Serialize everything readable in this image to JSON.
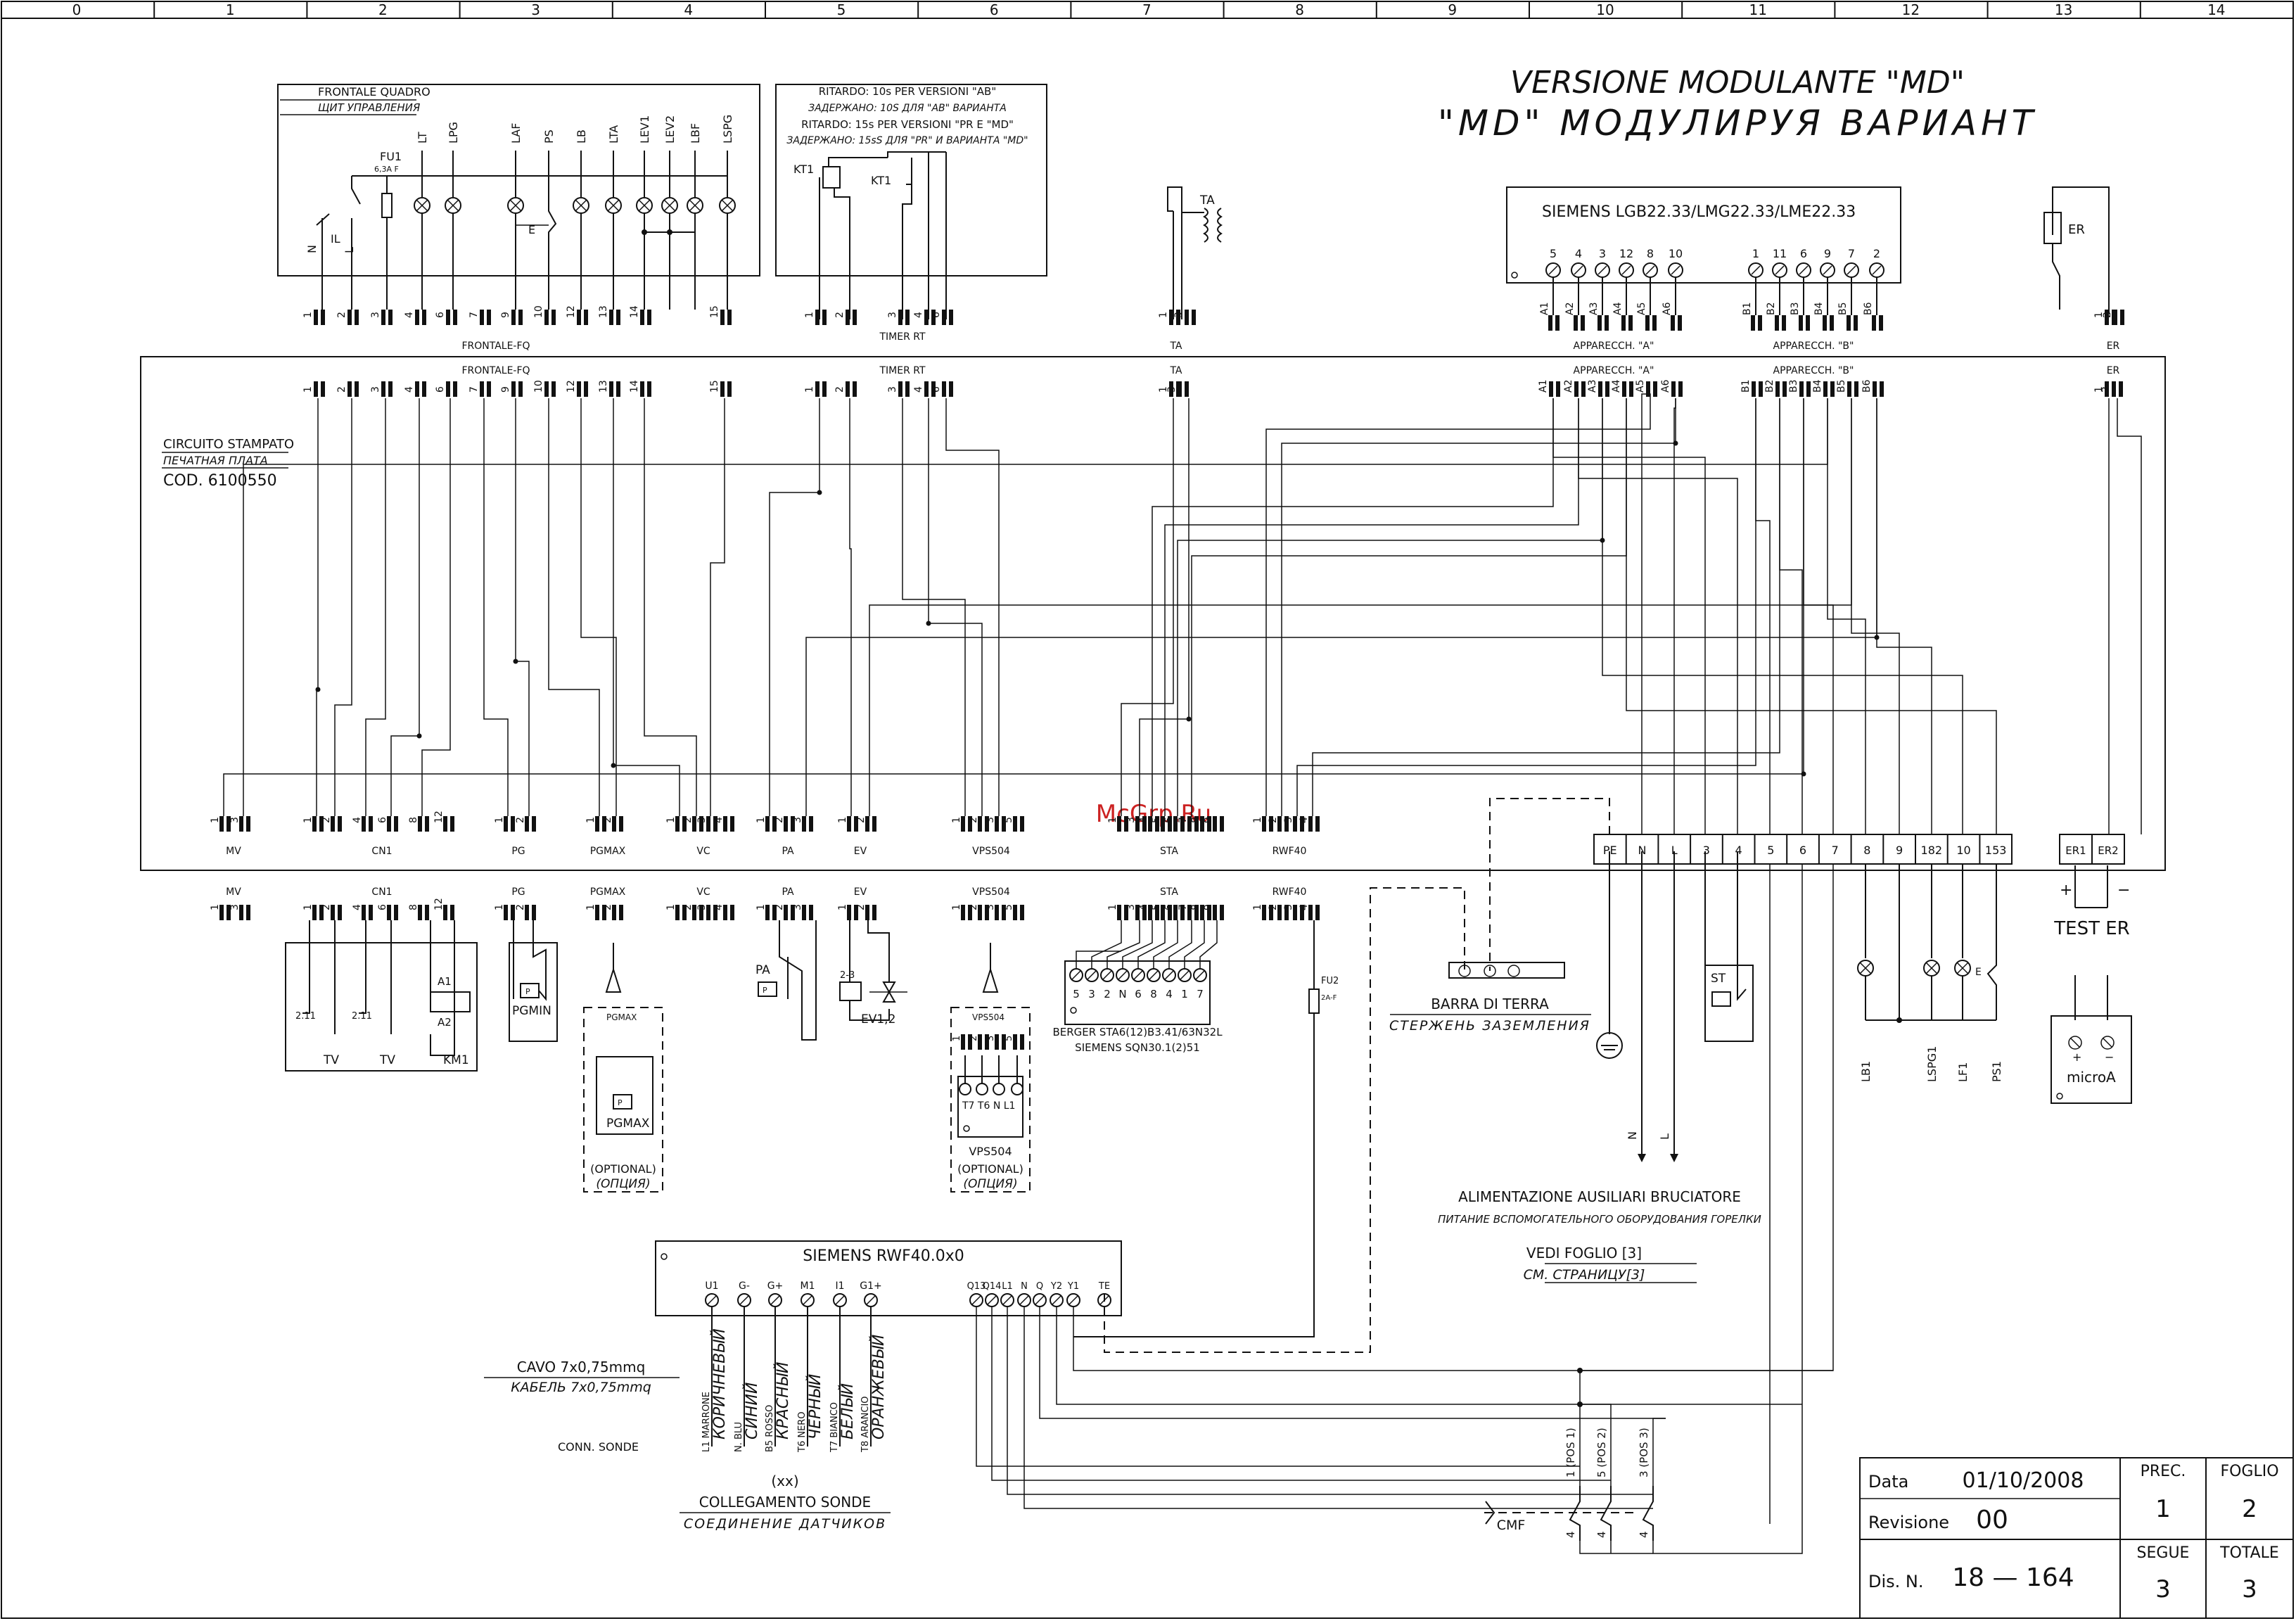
{
  "grid_columns": [
    "0",
    "1",
    "2",
    "3",
    "4",
    "5",
    "6",
    "7",
    "8",
    "9",
    "10",
    "11",
    "12",
    "13",
    "14"
  ],
  "title": {
    "line1": "VERSIONE MODULANTE \"MD\"",
    "line2": "\"MD\" МОДУЛИРУЯ ВАРИАНТ"
  },
  "watermark": "McGrp.Ru",
  "frontale": {
    "title": "FRONTALE QUADRO",
    "title_ru": "ЩИТ УПРАВЛЕНИЯ",
    "fuse": "FU1",
    "fuse_rating": "6,3A F",
    "labels": [
      "LT",
      "LPG",
      "LAF",
      "PS",
      "LB",
      "LTA",
      "LEV1",
      "LEV2",
      "LBF",
      "LSPG"
    ],
    "side_labels": [
      "N",
      "L",
      "IL",
      "E"
    ],
    "terminals": [
      "1",
      "2",
      "3",
      "4",
      "6",
      "7",
      "9",
      "10",
      "12",
      "13",
      "14",
      "15"
    ],
    "connector": "FRONTALE-FQ"
  },
  "timer": {
    "line1": "RITARDO: 10s PER VERSIONI \"AB\"",
    "line2": "ЗАДЕРЖАНО: 10S ДЛЯ \"AB\" ВАРИАНТА",
    "line3": "RITARDO: 15s PER VERSIONI \"PR  E \"MD\"",
    "line4": "ЗАДЕРЖАНО: 15sS ДЛЯ \"PR\" И ВАРИАНТА \"MD\"",
    "relay1": "KT1",
    "relay2": "KT1",
    "terminals": [
      "1",
      "2",
      "3",
      "4",
      "6"
    ],
    "connector": "TIMER RT"
  },
  "ta": {
    "label": "TA",
    "terminals": [
      "1",
      "3"
    ],
    "connector": "TA"
  },
  "siemens": {
    "title": "SIEMENS LGB22.33/LMG22.33/LME22.33",
    "pins_a": [
      "5",
      "4",
      "3",
      "12",
      "8",
      "10"
    ],
    "pins_b": [
      "1",
      "11",
      "6",
      "9",
      "7",
      "2"
    ],
    "a_terms": [
      "A1",
      "A2",
      "A3",
      "A4",
      "A5",
      "A6"
    ],
    "b_terms": [
      "B1",
      "B2",
      "B3",
      "B4",
      "B5",
      "B6"
    ],
    "conn_a": "APPARECCH. \"A\"",
    "conn_b": "APPARECCH. \"B\""
  },
  "er": {
    "label": "ER",
    "terminals": [
      "1",
      "2"
    ],
    "connector": "ER"
  },
  "pcb": {
    "title": "CIRCUITO STAMPATO",
    "title_ru": "ПЕЧАТНАЯ ПЛАТА",
    "code": "COD. 6100550",
    "top_connectors": [
      "FRONTALE-FQ",
      "TIMER RT",
      "TA",
      "APPARECCH. \"A\"",
      "APPARECCH. \"B\"",
      "ER"
    ],
    "bottom_connectors": [
      {
        "name": "MV",
        "pins": [
          "1",
          "3"
        ]
      },
      {
        "name": "CN1",
        "pins": [
          "1",
          "2",
          "4",
          "6",
          "8",
          "12"
        ]
      },
      {
        "name": "PG",
        "pins": [
          "1",
          "2"
        ]
      },
      {
        "name": "PGMAX",
        "pins": [
          "1",
          "2"
        ]
      },
      {
        "name": "VC",
        "pins": [
          "1",
          "2",
          "3",
          "4"
        ]
      },
      {
        "name": "PA",
        "pins": [
          "1",
          "2",
          "3"
        ]
      },
      {
        "name": "EV",
        "pins": [
          "1",
          "2"
        ]
      },
      {
        "name": "VPS504",
        "pins": [
          "1",
          "2",
          "3",
          "5"
        ]
      },
      {
        "name": "STA",
        "pins": [
          "1",
          "3",
          "4",
          "5",
          "6",
          "7",
          "8",
          "9"
        ]
      },
      {
        "name": "RWF40",
        "pins": [
          "1",
          "2",
          "3",
          "4"
        ]
      }
    ],
    "terminal_strip": [
      "PE",
      "N",
      "L",
      "3",
      "4",
      "5",
      "6",
      "7",
      "8",
      "9",
      "182",
      "10",
      "153"
    ],
    "er_strip": [
      "ER1",
      "ER2"
    ]
  },
  "devices": {
    "cn1": [
      "2.11",
      "2.11",
      "A1",
      "A2",
      "TV",
      "TV",
      "KM1"
    ],
    "pgmin": "PGMIN",
    "pgmax": "PGMAX",
    "pgmax_opt": "(OPTIONAL)",
    "pgmax_opt_ru": "(ОПЦИЯ)",
    "pa": "PA",
    "ev": "EV1,2",
    "ev_term": "2-3",
    "vps_label": "VPS504",
    "vps_terms": "T7 T6  N  L1",
    "vps_opt": "(OPTIONAL)",
    "vps_opt_ru": "(ОПЦИЯ)",
    "sta_terms": [
      "5",
      "3",
      "2",
      "N",
      "6",
      "8",
      "4",
      "1",
      "7"
    ],
    "sta_line1": "BERGER STA6(12)B3.41/63N32L",
    "sta_line2": "SIEMENS SQN30.1(2)51",
    "fu2": "FU2",
    "fu2_rating": "2A-F"
  },
  "earth": {
    "title": "BARRA DI TERRA",
    "title_ru": "СТЕРЖЕНЬ ЗАЗЕМЛЕНИЯ"
  },
  "right_side": {
    "st": "ST",
    "lamps": [
      "LB1",
      "LSPG1",
      "LF1",
      "PS1"
    ],
    "test_er": "TEST ER",
    "plus": "+",
    "minus": "−",
    "micro": "microA",
    "n": "N",
    "l": "L"
  },
  "alimentazione": {
    "title": "ALIMENTAZIONE AUSILIARI BRUCIATORE",
    "title_ru": "ПИТАНИЕ ВСПОМОГАТЕЛЬНОГО ОБОРУДОВАНИЯ ГОРЕЛКИ",
    "see": "VEDI FOGLIO [3]",
    "see_ru": "СМ. СТРАНИЦУ[3]"
  },
  "rwf": {
    "title": "SIEMENS RWF40.0x0",
    "left_pins": [
      "U1",
      "G-",
      "G+",
      "M1",
      "I1",
      "G1+"
    ],
    "right_pins": [
      "Q13",
      "Q14",
      "L1",
      "N",
      "Q",
      "Y2",
      "Y1",
      "TE"
    ],
    "cable": "CAVO  7x0,75mmq",
    "cable_ru": "КАБЕЛЬ  7x0,75mmq",
    "wires": [
      "L1 MARRONE",
      "N. BLU",
      "B5 ROSSO",
      "T6 NERO",
      "T7 BIANCO",
      "T8 ARANCIO"
    ],
    "wires_ru": [
      "КОРИЧНЕВЫЙ",
      "СИНИЙ",
      "КРАСНЫЙ",
      "ЧЕРНЫЙ",
      "БЕЛЫЙ",
      "ОРАНЖЕВЫЙ"
    ],
    "conn_sonde": "CONN. SONDE",
    "xx": "(xx)",
    "collegamento": "COLLEGAMENTO SONDE",
    "collegamento_ru": "СОЕДИНЕНИЕ ДАТЧИКОВ"
  },
  "cmf": {
    "label": "CMF",
    "positions": [
      "1 (POS 1)",
      "5 (POS 2)",
      "3 (POS 3)"
    ],
    "bottom": [
      "4",
      "4",
      "4"
    ]
  },
  "title_block": {
    "data_label": "Data",
    "data_value": "01/10/2008",
    "rev_label": "Revisione",
    "rev_value": "00",
    "dis_label": "Dis. N.",
    "dis_value": "18  —  164",
    "prec_label": "PREC.",
    "prec_value": "1",
    "foglio_label": "FOGLIO",
    "foglio_value": "2",
    "segue_label": "SEGUE",
    "segue_value": "3",
    "totale_label": "TOTALE",
    "totale_value": "3"
  }
}
